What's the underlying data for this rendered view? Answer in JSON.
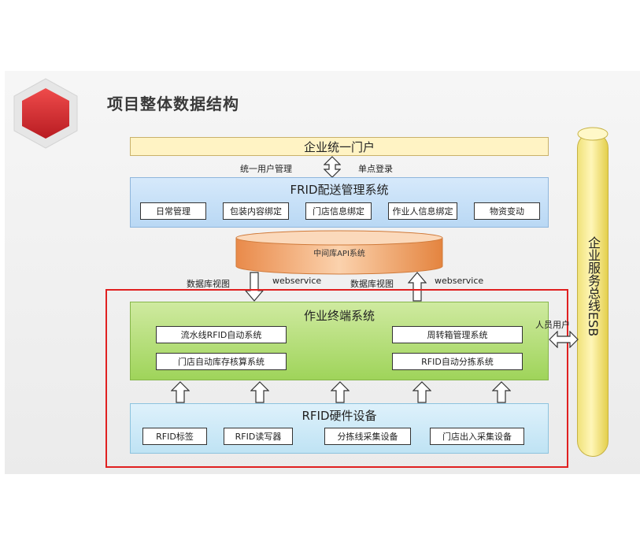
{
  "title": "项目整体数据结构",
  "portal": {
    "label": "企业统一门户"
  },
  "portal_link": {
    "left": "统一用户管理",
    "right": "单点登录"
  },
  "frid": {
    "title": "FRID配送管理系统",
    "items": [
      "日常管理",
      "包装内容绑定",
      "门店信息绑定",
      "作业人信息绑定",
      "物资变动"
    ]
  },
  "middleware": {
    "label": "中间库API系统"
  },
  "mid_links": {
    "left_view": "数据库视图",
    "left_ws": "webservice",
    "right_view": "数据库视图",
    "right_ws": "webservice"
  },
  "terminal": {
    "title": "作业终端系统",
    "left_items": [
      "流水线RFID自动系统",
      "门店自动库存核算系统"
    ],
    "right_items": [
      "周转箱管理系统",
      "RFID自动分拣系统"
    ]
  },
  "hardware": {
    "title": "RFID硬件设备",
    "items": [
      "RFID标签",
      "RFID读写器",
      "分拣线采集设备",
      "门店出入采集设备"
    ]
  },
  "esb": {
    "label": "企业服务总线ESB",
    "user_link": "人员用户"
  },
  "colors": {
    "accent_red": "#e02020",
    "logo_red": "#d9272e"
  }
}
